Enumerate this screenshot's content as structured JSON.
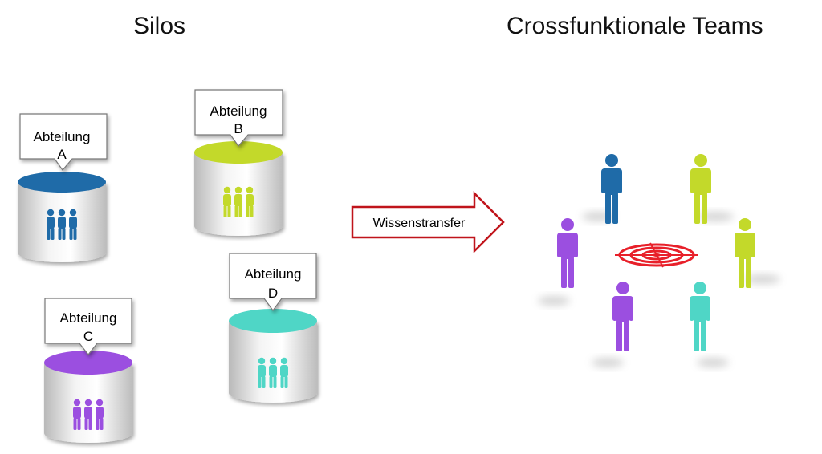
{
  "titles": {
    "left": "Silos",
    "right": "Crossfunktionale Teams"
  },
  "silos": [
    {
      "id": "a",
      "line1": "Abteilung",
      "line2": "A",
      "color": "#1F6BA8"
    },
    {
      "id": "b",
      "line1": "Abteilung",
      "line2": "B",
      "color": "#C3D92A"
    },
    {
      "id": "c",
      "line1": "Abteilung",
      "line2": "C",
      "color": "#9B4FE0"
    },
    {
      "id": "d",
      "line1": "Abteilung",
      "line2": "D",
      "color": "#4FD6C6"
    }
  ],
  "arrow": {
    "label": "Wissenstransfer",
    "color": "#C0141B"
  },
  "team": {
    "target_color": "#E8202A",
    "people": [
      {
        "id": "blue",
        "color": "#1F6BA8"
      },
      {
        "id": "lime-1",
        "color": "#C3D92A"
      },
      {
        "id": "purple-1",
        "color": "#9B4FE0"
      },
      {
        "id": "lime-2",
        "color": "#C3D92A"
      },
      {
        "id": "purple-2",
        "color": "#9B4FE0"
      },
      {
        "id": "teal",
        "color": "#4FD6C6"
      }
    ]
  }
}
